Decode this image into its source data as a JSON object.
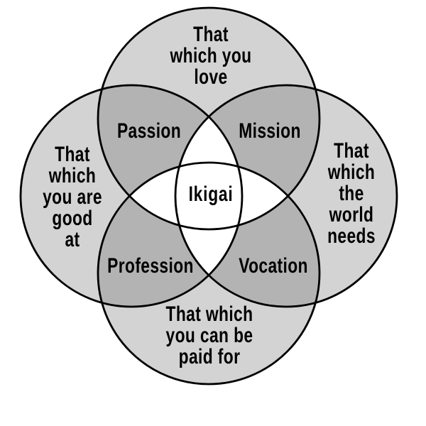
{
  "diagram": {
    "type": "venn-4-circle",
    "concept": "Ikigai"
  },
  "labels": {
    "love": "That\nwhich you\nlove",
    "good_at": "That\nwhich\nyou are\ngood\nat",
    "world_needs": "That\nwhich\nthe\nworld\nneeds",
    "paid_for": "That which\nyou can be\npaid for",
    "passion": "Passion",
    "mission": "Mission",
    "profession": "Profession",
    "vocation": "Vocation",
    "ikigai": "Ikigai"
  },
  "colors": {
    "circle_fill": "#d3d3d3",
    "pair_overlap_fill": "#b3b3b3",
    "lens_fill": "#ffffff",
    "outline": "#000000",
    "text": "#000000",
    "background": "#ffffff"
  }
}
